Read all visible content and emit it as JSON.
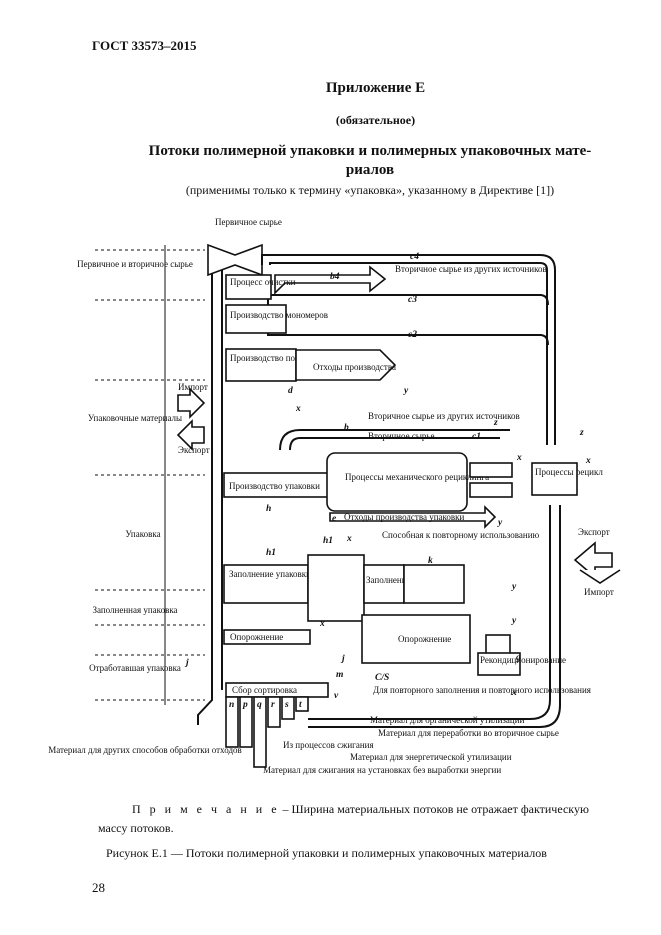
{
  "header": {
    "standard": "ГОСТ 33573–2015"
  },
  "appendix": {
    "title": "Приложение Е",
    "status": "(обязательное)",
    "heading_line1": "Потоки полимерной упаковки и полимерных упаковочных мате-",
    "heading_line2": "риалов",
    "applicability": "(применимы только к термину «упаковка», указанному в Директиве [1])"
  },
  "diagram": {
    "left_scale": {
      "labels": [
        "Первичное и вторичное сырье",
        "Упаковочные материалы",
        "Упаковка",
        "Заполненная упаковка",
        "Отработавшая упаковка",
        "Материал для других способов обработки отходов"
      ]
    },
    "boxes": {
      "raw": "Первичное сырье",
      "cleaning": "Процесс очистки",
      "monomers": "Производство мономеров",
      "polymers": "Производство полимеров компаундов",
      "waste": "Отходы производства",
      "import_left": "Импорт",
      "export_left": "Экспорт",
      "pack_prod": "Производство упаковки",
      "mech": "Процессы механического рециклинга",
      "recycle": "Процессы рецикл",
      "filling": "Заполнение упаковки и размещение на рынке",
      "filled": "Заполнение",
      "emptying_left": "Опорожнение",
      "emptying_mid": "Опорожнение",
      "recond": "Рекондиционирование",
      "collect": "Сбор сортировка",
      "export_right": "Экспорт",
      "import_right": "Импорт",
      "secondary_other1": "Вторичное сырье из других источников",
      "secondary_other2": "Вторичное сырье из других источников",
      "secondary": "Вторичное сырье",
      "prod_waste": "Отходы производства упаковки",
      "reuse": "Способная к повторному использованию",
      "refill": "Для повторного заполнения и повторного использования",
      "organic": "Материал для органической утилизации",
      "to_secondary": "Материал для переработки во вторичное сырье",
      "incineration": "Из процессов сжигания",
      "energy": "Материал для энергетической утилизации",
      "burn_no_energy": "Материал для сжигания на установках без выработки энергии"
    },
    "letters": {
      "c4": "c4",
      "b4": "b4",
      "c3": "c3",
      "c2": "c2",
      "d": "d",
      "y": "y",
      "x": "x",
      "b": "b",
      "c1": "c1",
      "z": "z",
      "h": "h",
      "e": "e",
      "h1": "h1",
      "k": "k",
      "f": "f",
      "j": "j",
      "m": "m",
      "cs": "C/S",
      "v": "v",
      "g": "g",
      "n": "n",
      "p": "p",
      "q": "q",
      "r": "r",
      "s": "s",
      "t": "t"
    }
  },
  "note": {
    "prefix": "П р и м е ч а н и е",
    "text": " – Ширина материальных потоков не отражает фактическую массу потоков."
  },
  "caption": "Рисунок Е.1 — Потоки полимерной упаковки и полимерных упаковочных материалов",
  "page_number": "28"
}
